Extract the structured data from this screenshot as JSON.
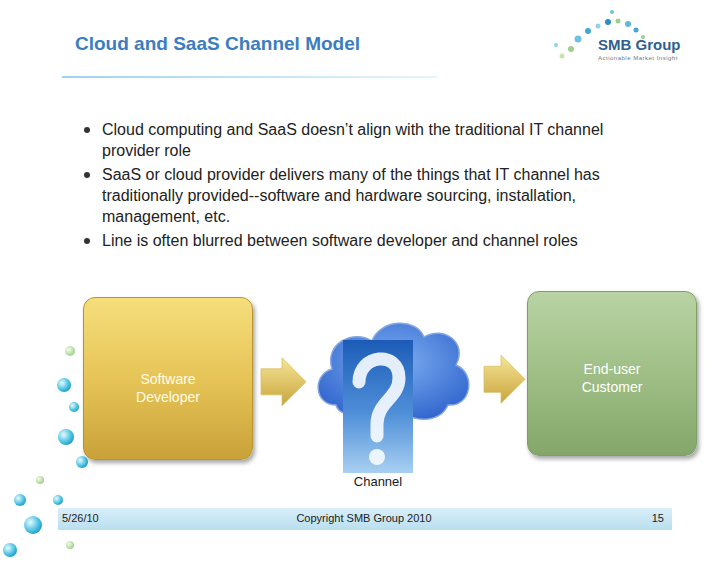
{
  "diagram": {
    "title": "Cloud and SaaS Channel Model",
    "nodes": [
      {
        "text": [
          "Software Developer"
        ]
      },
      {
        "text": [
          "Cloud"
        ]
      },
      {
        "text": [
          "Channel"
        ]
      },
      {
        "text": [
          "End-user Customer"
        ]
      }
    ],
    "edges": [
      {
        "from": 0,
        "to": 1,
        "arrow": "to"
      },
      {
        "from": 1,
        "to": 3,
        "arrow": "to"
      }
    ],
    "labels": [
      "Cloud computing and SaaS doesn’t align with the traditional IT channel provider role",
      "SaaS or cloud provider delivers many of the things that IT channel has traditionally provided--software and hardware sourcing, installation, management, etc.",
      "Line is often blurred between software developer and channel roles",
      "SMB Group",
      "Actionable Market Insight",
      "5/26/10",
      "Copyright SMB Group 2010",
      "15"
    ]
  }
}
